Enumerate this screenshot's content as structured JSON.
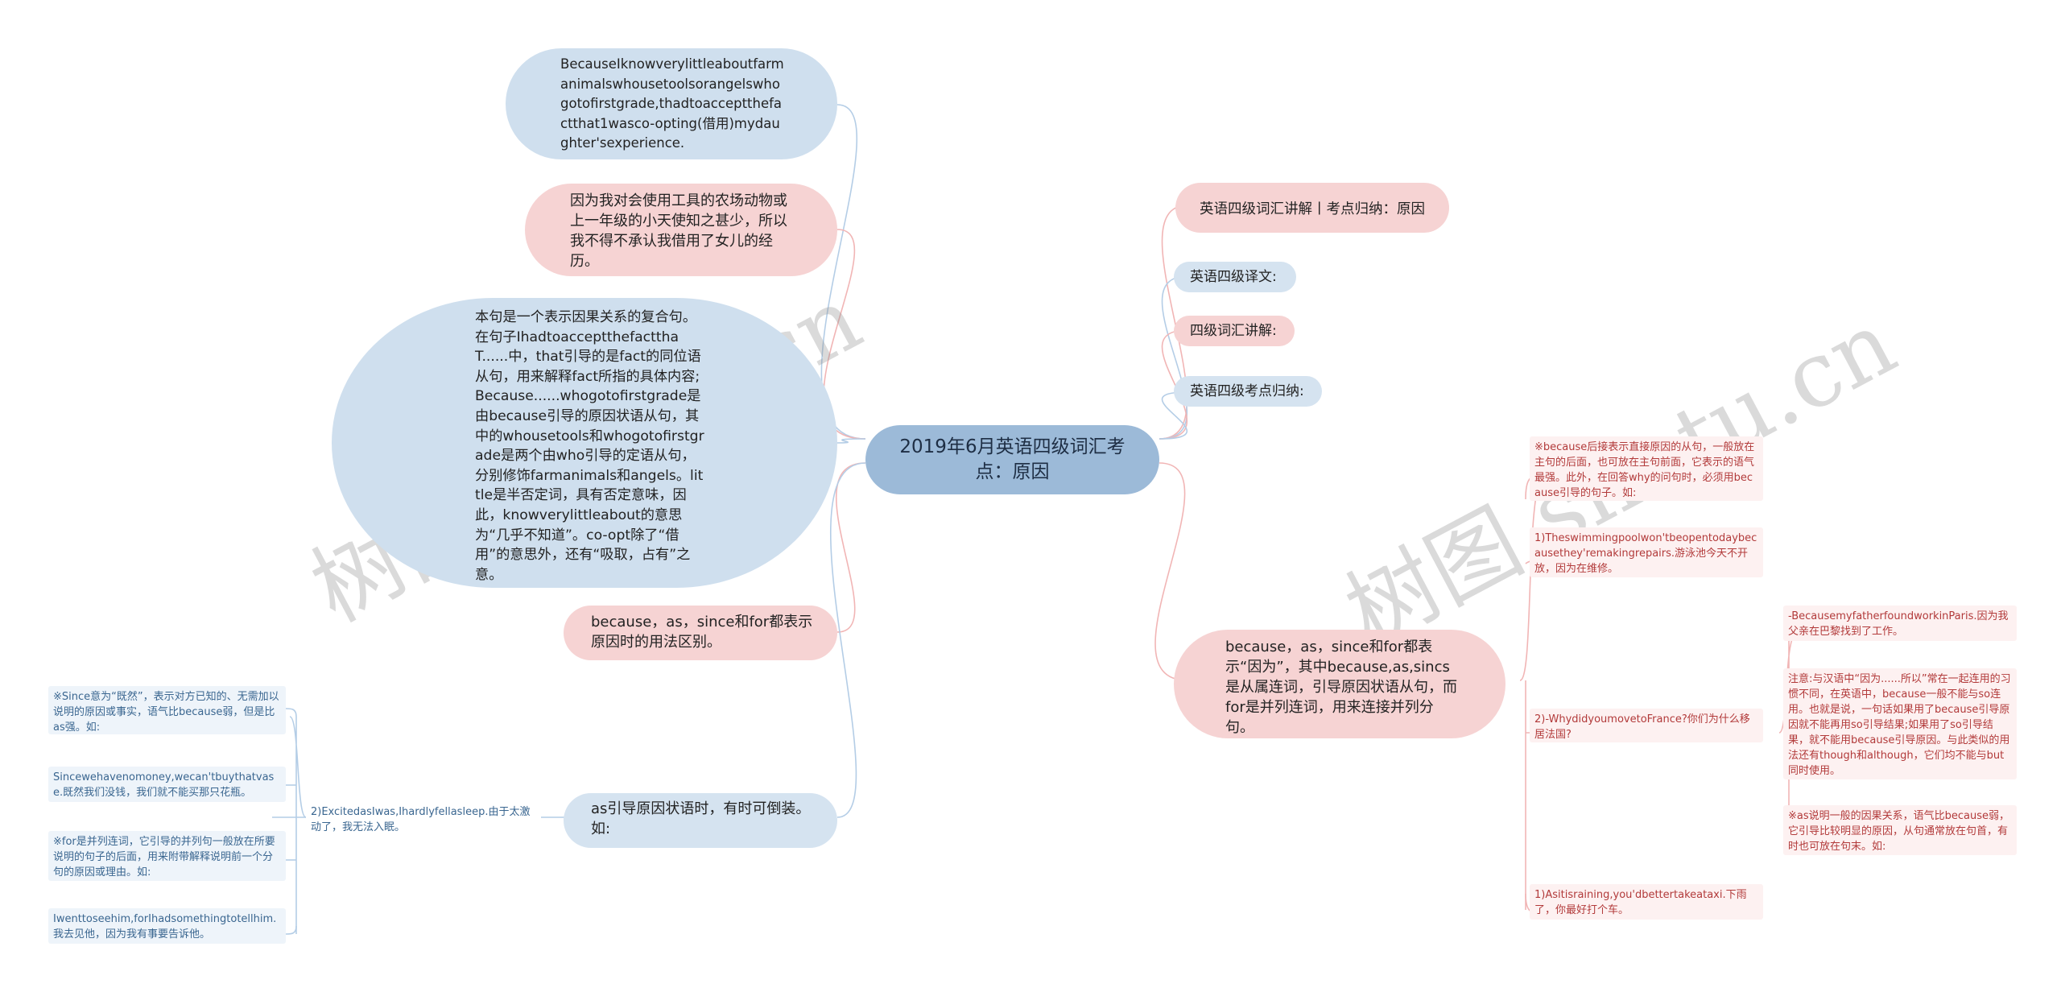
{
  "center": {
    "label": "2019年6月英语四级词汇考点：原因"
  },
  "left": {
    "english_sentence": "BecauseIknowverylittleaboutfarmanimalswhousetoolsorangelswhogotofirstgrade,thadtoacceptthefactthat1wasco-opting(借用)mydaughter'sexperience.",
    "chinese_translation": "因为我对会使用工具的农场动物或上一年级的小天使知之甚少，所以我不得不承认我借用了女儿的经历。",
    "analysis": "本句是一个表示因果关系的复合句。在句子IhadtoacceptthefactthaT......中，that引导的是fact的同位语从句，用来解释fact所指的具体内容;Because......whogotofirstgrade是由because引导的原因状语从句，其中的whousetools和whogotofirstgrade是两个由who引导的定语从句，分别修饰farmanimals和angels。little是半否定词，具有否定意味，因此，knowverylittleabout的意思为“几乎不知道”。co-opt除了“借用”的意思外，还有“吸取，占有”之意。",
    "distinction": "because，as，since和for都表示原因时的用法区别。",
    "as_inversion": "as引导原因状语时，有时可倒装。如:",
    "example_excited": "2)ExcitedasIwas,Ihardlyfellasleep.由于太激动了，我无法入眠。",
    "leaves": [
      "※Since意为“既然”，表示对方已知的、无需加以说明的原因或事实，语气比because弱，但是比as强。如:",
      "Sincewehavenomoney,wecan'tbuythatvase.既然我们没钱，我们就不能买那只花瓶。",
      "※for是并列连词，它引导的并列句一般放在所要说明的句子的后面，用来附带解释说明前一个分句的原因或理由。如:",
      "Iwenttoseehim,forIhadsomethingtotellhim.我去见他，因为我有事要告诉他。"
    ]
  },
  "right": {
    "items": [
      "英语四级词汇讲解丨考点归纳：原因",
      "英语四级译文:",
      "四级词汇讲解:",
      "英语四级考点归纳:"
    ],
    "because_note": "because，as，since和for都表示“因为”，其中because,as,sincs是从属连词，引导原因状语从句，而for是并列连词，用来连接并列分句。",
    "leaves": [
      "※because后接表示直接原因的从句，一般放在主句的后面，也可放在主句前面，它表示的语气最强。此外，在回答why的问句时，必须用because引导的句子。如:",
      "1)Theswimmingpoolwon'tbeopentodaybecausethey'remakingrepairs.游泳池今天不开放，因为在维修。",
      "2)-WhydidyoumovetoFrance?你们为什么移居法国?",
      "1)Asitisraining,you'dbettertakeataxi.下雨了，你最好打个车。"
    ],
    "subleaves": [
      "-BecausemyfatherfoundworkinParis.因为我父亲在巴黎找到了工作。",
      "注意:与汉语中“因为......所以”常在一起连用的习惯不同，在英语中，because一般不能与so连用。也就是说，一句话如果用了because引导原因就不能再用so引导结果;如果用了so引导结果，就不能用because引导原因。与此类似的用法还有though和although，它们均不能与but同时使用。",
      "※as说明一般的因果关系，语气比because弱，它引导比较明显的原因，从句通常放在句首，有时也可放在句末。如:"
    ]
  },
  "watermark": [
    "树图 shutu.cn",
    "树图 shutu.cn"
  ],
  "colors": {
    "center_fill": "#9cbad8",
    "blue_fill": "#cfdfee",
    "pink_fill": "#f6d3d3",
    "pink_line": "#f1b5b5",
    "blue_line": "#b4cde6",
    "leaf_red_text": "#b23a3a",
    "leaf_blue_text": "#3a6690"
  }
}
